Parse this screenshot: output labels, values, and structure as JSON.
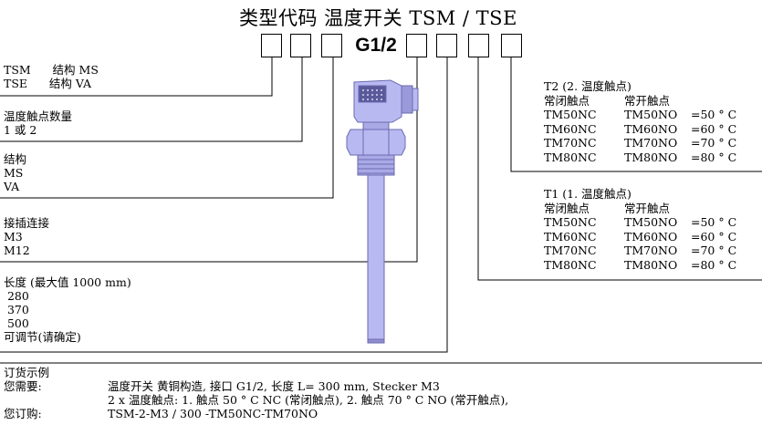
{
  "title": "类型代码 温度开关 TSM / TSE",
  "code_fixed": "G1/2",
  "left": {
    "sec1": [
      "TSM      结构 MS",
      "TSE      结构 VA"
    ],
    "sec2": [
      "温度触点数量",
      "1 或 2"
    ],
    "sec3": [
      "结构",
      "MS",
      "VA"
    ],
    "sec4": [
      "接插连接",
      "M3",
      "M12"
    ],
    "sec5": [
      "长度 (最大值 1000 mm)",
      " 280",
      " 370",
      " 500",
      "可调节(请确定)"
    ]
  },
  "t2": {
    "title": "T2 (2. 温度触点)",
    "head": [
      "常闭触点",
      "常开触点"
    ],
    "rows": [
      [
        "TM50NC",
        "TM50NO",
        "=50 ° C"
      ],
      [
        "TM60NC",
        "TM60NO",
        "=60 ° C"
      ],
      [
        "TM70NC",
        "TM70NO",
        "=70 ° C"
      ],
      [
        "TM80NC",
        "TM80NO",
        "=80 ° C"
      ]
    ]
  },
  "t1": {
    "title": "T1 (1. 温度触点)",
    "head": [
      "常闭触点",
      "常开触点"
    ],
    "rows": [
      [
        "TM50NC",
        "TM50NO",
        "=50 ° C"
      ],
      [
        "TM60NC",
        "TM60NO",
        "=60 ° C"
      ],
      [
        "TM70NC",
        "TM70NO",
        "=70 ° C"
      ],
      [
        "TM80NC",
        "TM80NO",
        "=80 ° C"
      ]
    ]
  },
  "order": {
    "heading": "订货示例",
    "need_label": "您需要:",
    "need_line1": "温度开关 黄铜构造, 接口 G1/2, 长度  L= 300 mm, Stecker M3",
    "need_line2": "2 x 温度触点: 1. 触点 50 ° C NC (常闭触点), 2. 触点 70 ° C NO (常开触点),",
    "buy_label": "您订购:",
    "buy_value": "TSM-2-M3 / 300 -TM50NC-TM70NO"
  },
  "colors": {
    "device": "#b9b9f2",
    "device_dark": "#8f8fd0",
    "line": "#000000"
  }
}
